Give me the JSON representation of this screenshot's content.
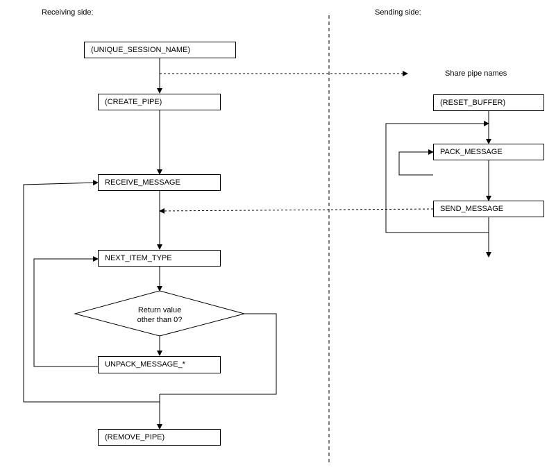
{
  "headers": {
    "receiving": "Receiving side:",
    "sending": "Sending side:"
  },
  "receiving": {
    "unique_session_name": "(UNIQUE_SESSION_NAME)",
    "create_pipe": "(CREATE_PIPE)",
    "receive_message": "RECEIVE_MESSAGE",
    "next_item_type": "NEXT_ITEM_TYPE",
    "decision_line1": "Return value",
    "decision_line2": "other than 0?",
    "unpack_message": "UNPACK_MESSAGE_*",
    "remove_pipe": "(REMOVE_PIPE)"
  },
  "share_label": "Share pipe names",
  "sending": {
    "reset_buffer": "(RESET_BUFFER)",
    "pack_message": "PACK_MESSAGE",
    "send_message": "SEND_MESSAGE"
  },
  "colors": {
    "line": "#000000",
    "background": "#ffffff"
  }
}
